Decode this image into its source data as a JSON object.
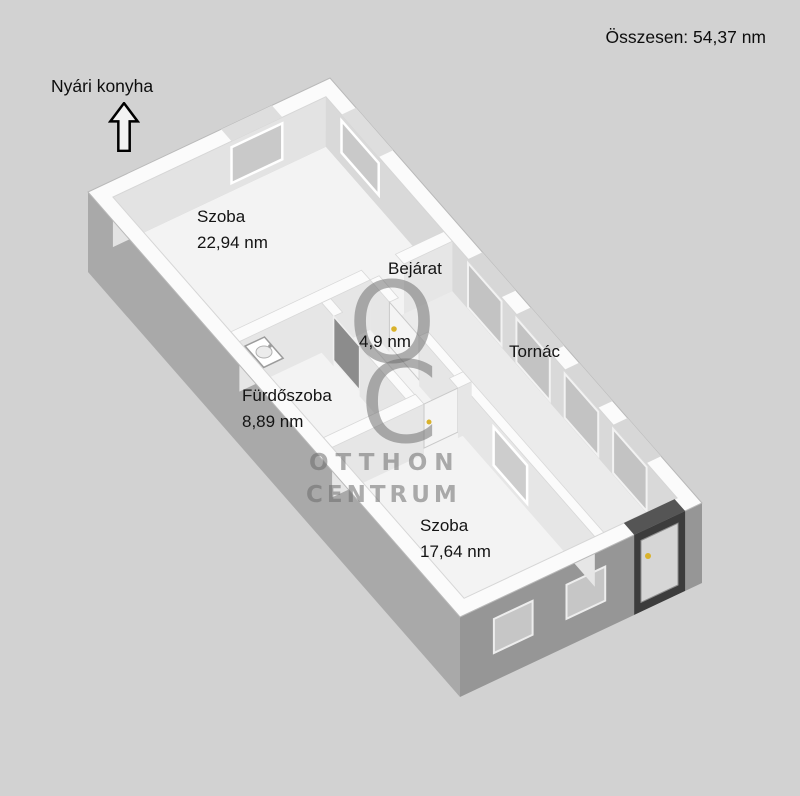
{
  "summary": {
    "total": "Összesen: 54,37 nm"
  },
  "outside": {
    "label": "Nyári konyha",
    "arrow_icon": "up-arrow"
  },
  "rooms": [
    {
      "name": "Szoba",
      "area": "22,94 nm"
    },
    {
      "name": "Bejárat",
      "area": "4,9 nm"
    },
    {
      "name": "Tornác",
      "area": ""
    },
    {
      "name": "Fürdőszoba",
      "area": "8,89 nm"
    },
    {
      "name": "Szoba",
      "area": "17,64 nm"
    }
  ],
  "watermark": {
    "letter_o": "O",
    "letter_c": "C",
    "line1": "OTTHON",
    "line2": "CENTRUM"
  },
  "colors": {
    "background": "#d2d2d2",
    "wall_top": "#fbfbfb",
    "floor": "#f3f3f3",
    "exterior_facade_sw": "#a9a9a9",
    "exterior_facade_se": "#969696",
    "dark_doorway": "#3c3c3c",
    "handle_accent": "#d9b22b",
    "text": "#141414"
  }
}
